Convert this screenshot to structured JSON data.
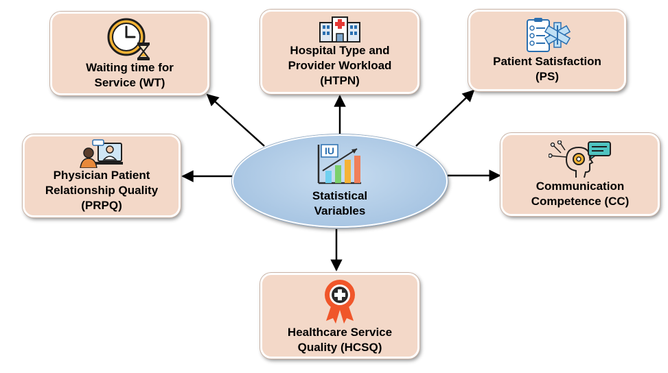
{
  "hub": {
    "lines": [
      "Statistical",
      "Variables"
    ],
    "icon": "bar-chart-icon",
    "icon_badge": "IU"
  },
  "nodes": [
    {
      "id": "wt",
      "lines": [
        "Waiting time for",
        "Service (WT)"
      ],
      "icon": "clock-hourglass-icon"
    },
    {
      "id": "htpn",
      "lines": [
        "Hospital Type and",
        "Provider Workload",
        "(HTPN)"
      ],
      "icon": "hospital-icon"
    },
    {
      "id": "ps",
      "lines": [
        "Patient Satisfaction",
        "(PS)"
      ],
      "icon": "medical-checklist-icon"
    },
    {
      "id": "prpq",
      "lines": [
        "Physician Patient",
        "Relationship Quality",
        "(PRPQ)"
      ],
      "icon": "doctor-consultation-icon"
    },
    {
      "id": "cc",
      "lines": [
        "Communication",
        "Competence (CC)"
      ],
      "icon": "head-gear-speech-icon"
    },
    {
      "id": "hcsq",
      "lines": [
        "Healthcare Service",
        "Quality (HCSQ)"
      ],
      "icon": "award-badge-cross-icon"
    }
  ],
  "colors": {
    "node_fill": "#f3d8c8",
    "hub_fill": "#a9c6e3",
    "arrow": "#000000",
    "badge_orange": "#f0562a",
    "icon_blue": "#2a6fb0"
  }
}
